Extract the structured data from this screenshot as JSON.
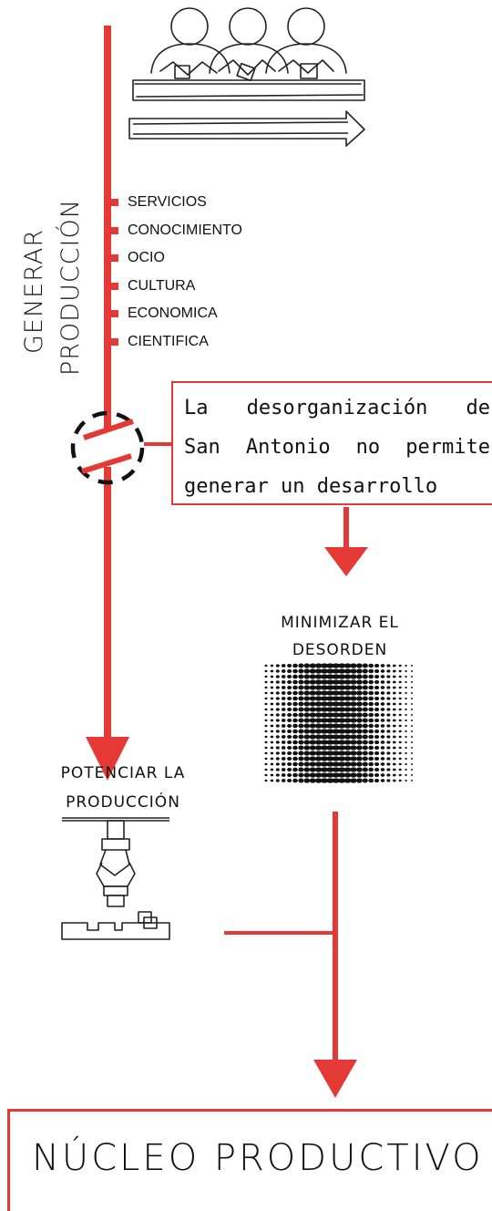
{
  "side_label": {
    "line1": "GENERAR",
    "line2": "PRODUCCIÓN"
  },
  "sectors": [
    "SERVICIOS",
    "CONOCIMIENTO",
    "OCIO",
    "CULTURA",
    "ECONOMICA",
    "CIENTIFICA"
  ],
  "note": {
    "line1_words": [
      "La",
      "desorganización",
      "de"
    ],
    "line2_words": [
      "San",
      "Antonio",
      "no",
      "permite"
    ],
    "line3": "generar un desarrollo"
  },
  "minimize": {
    "line1": "MINIMIZAR EL",
    "line2": "DESORDEN"
  },
  "boost": {
    "line1": "POTENCIAR LA",
    "line2": "PRODUCCIÓN"
  },
  "result": {
    "title": "NÚCLEO PRODUCTIVO"
  },
  "colors": {
    "accent": "#e53935",
    "ink": "#111111"
  },
  "icons": [
    "workers-at-table-icon",
    "conveyor-arrow-icon",
    "broken-link-icon",
    "dot-pattern-icon",
    "robotic-arm-icon"
  ]
}
